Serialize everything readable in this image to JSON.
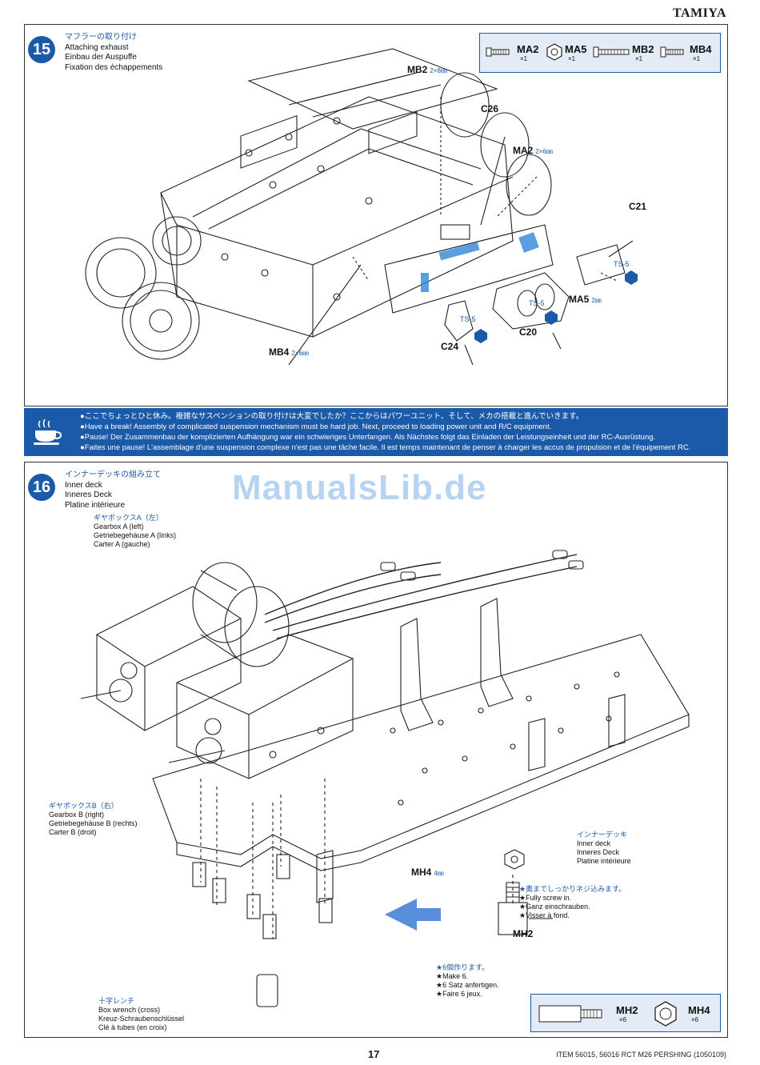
{
  "brand": "TAMIYA",
  "step15": {
    "number": "15",
    "title_jp": "マフラーの取り付け",
    "title_en": "Attaching exhaust",
    "title_de": "Einbau der Auspuffe",
    "title_fr": "Fixation des échappements",
    "parts": [
      {
        "code": "MA2",
        "qty": "×1"
      },
      {
        "code": "MA5",
        "qty": "×1"
      },
      {
        "code": "MB2",
        "qty": "×1"
      },
      {
        "code": "MB4",
        "qty": "×1"
      }
    ],
    "labels": {
      "mb2": "MB2",
      "mb2_size": "2×8㎜",
      "c26": "C26",
      "ma2": "MA2",
      "ma2_size": "2×6㎜",
      "c21": "C21",
      "ts5": "TS-5",
      "ma5": "MA5",
      "ma5_size": "2㎜",
      "c20": "C20",
      "c24": "C24",
      "mb4": "MB4",
      "mb4_size": "2×6㎜"
    }
  },
  "break_note": {
    "jp": "●ここでちょっとひと休み。複雑なサスペンションの取り付けは大変でしたか？ここからはパワーユニット、そして、メカの搭載と進んでいきます。",
    "en": "●Have a break! Assembly of complicated suspension mechanism must be hard job. Next, proceed to loading power unit and R/C equipment.",
    "de": "●Pause! Der Zusammenbau der komplizierten Aufhängung war ein schwieriges Unterfangen. Als Nächstes folgt das Einladen der Leistungseinheit und der RC-Ausrüstung.",
    "fr": "●Faites une pause! L'assemblage d'une suspension complexe n'est pas une tâche facile. Il est temps maintenant de penser à charger les accus de propulsion et de l'équipement RC."
  },
  "watermark": "ManualsLib.de",
  "step16": {
    "number": "16",
    "title_jp": "インナーデッキの組み立て",
    "title_en": "Inner deck",
    "title_de": "Inneres Deck",
    "title_fr": "Platine intérieure",
    "gearbox_a": {
      "jp": "ギヤボックスA（左）",
      "en": "Gearbox A (left)",
      "de": "Getriebegehäuse A (links)",
      "fr": "Carter A (gauche)"
    },
    "gearbox_b": {
      "jp": "ギヤボックスB（右）",
      "en": "Gearbox B (right)",
      "de": "Getriebegehäuse B (rechts)",
      "fr": "Carter B (droit)"
    },
    "inner_deck": {
      "jp": "インナーデッキ",
      "en": "Inner deck",
      "de": "Inneres Deck",
      "fr": "Platine intérieure"
    },
    "mh4": "MH4",
    "mh4_size": "4㎜",
    "mh2": "MH2",
    "screw_note": {
      "jp": "★奥までしっかりネジ込みます。",
      "en": "★Fully screw in.",
      "de": "★Ganz einschrauben.",
      "fr": "★Visser à fond."
    },
    "make_note": {
      "jp": "★6個作ります。",
      "en": "★Make 6.",
      "de": "★6 Satz anfertigen.",
      "fr": "★Faire 6 jeux."
    },
    "wrench": {
      "jp": "十字レンチ",
      "en": "Box wrench (cross)",
      "de": "Kreuz-Schraubenschlüssel",
      "fr": "Clé à tubes (en croix)"
    },
    "parts": [
      {
        "code": "MH2",
        "qty": "×6"
      },
      {
        "code": "MH4",
        "qty": "×6"
      }
    ]
  },
  "footer": {
    "page": "17",
    "item": "ITEM 56015, 56016  RCT M26 PERSHING (1050109)"
  }
}
